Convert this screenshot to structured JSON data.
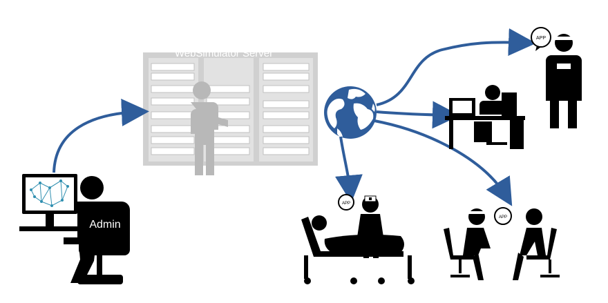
{
  "server": {
    "label": "WebSimulator Server"
  },
  "admin": {
    "label": "Admin"
  },
  "app_badges": {
    "doctor": "APP",
    "nurse": "APP",
    "consult": "APP"
  },
  "colors": {
    "arrow": "#2f5d9b",
    "server": "#c8c8c8",
    "person": "#000000",
    "globe": "#2f5d9b"
  },
  "icons": [
    "admin-computer-icon",
    "server-rack-icon",
    "globe-icon",
    "doctor-phone-icon",
    "office-desk-icon",
    "hospital-bed-icon",
    "nurse-icon",
    "consultation-icon"
  ]
}
